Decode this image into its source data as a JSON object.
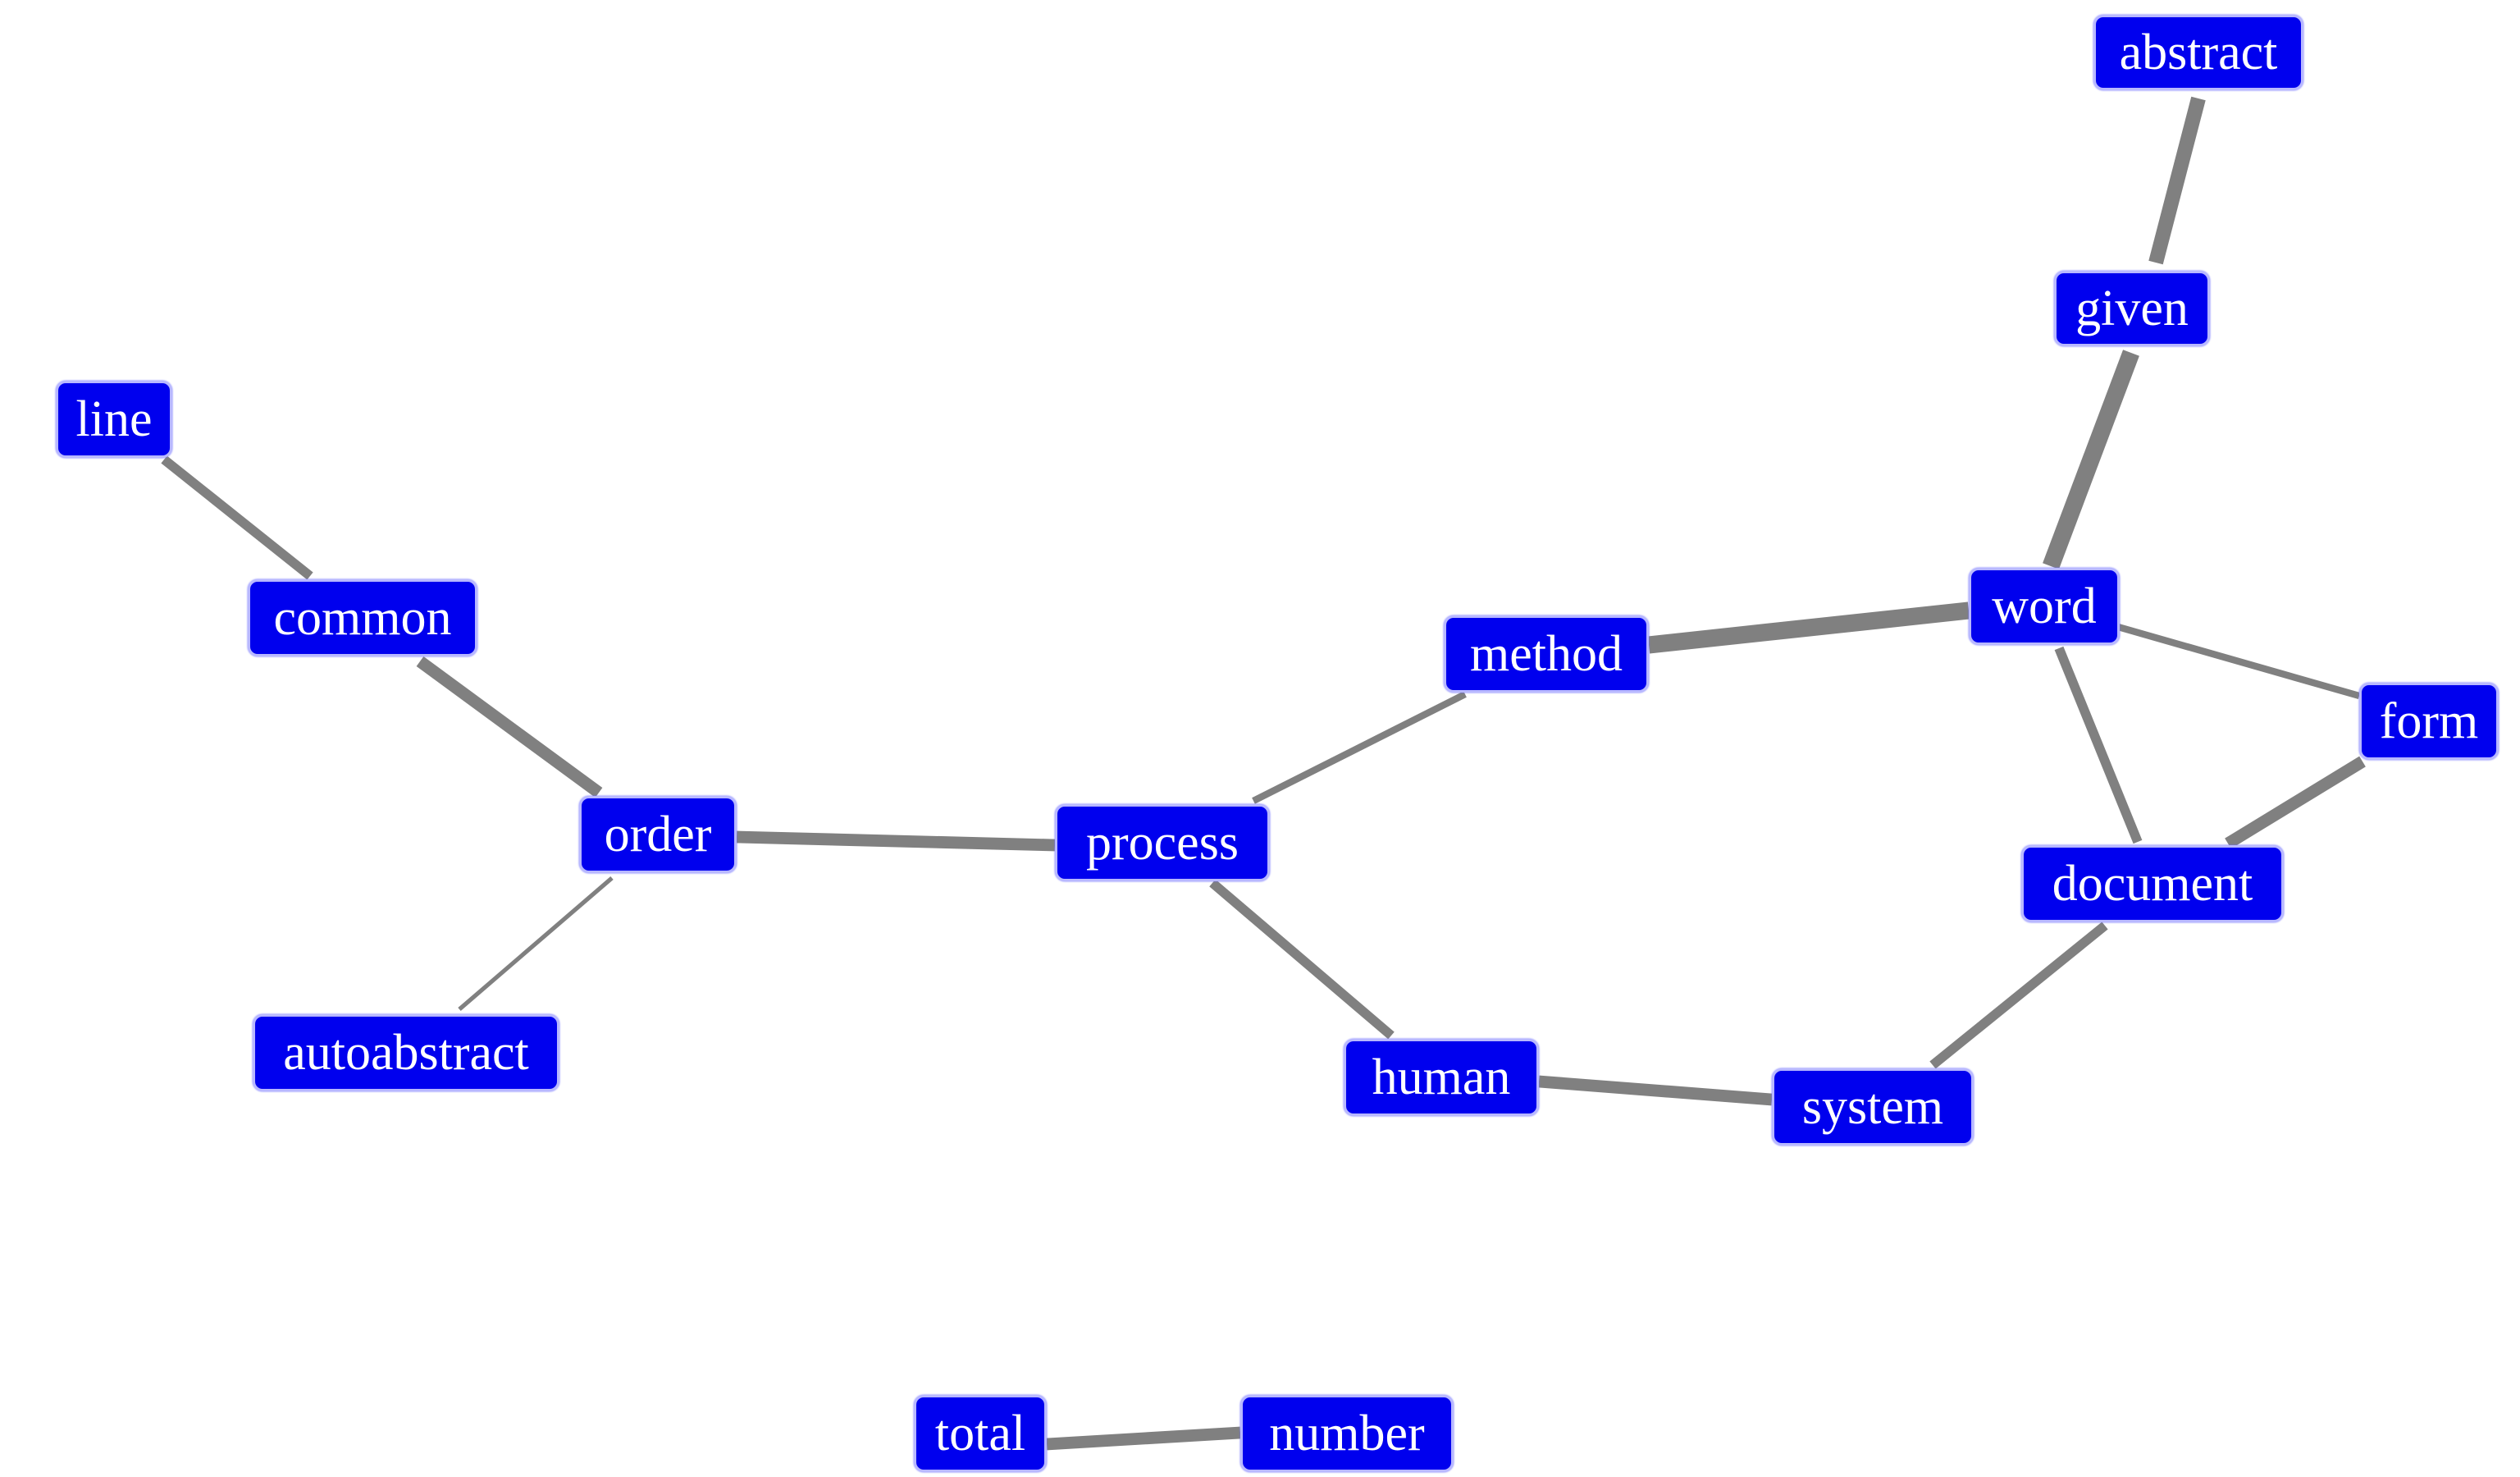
{
  "graph": {
    "node_color": "#0000ee",
    "edge_color": "#808080",
    "nodes": [
      {
        "id": "abstract",
        "label": "abstract"
      },
      {
        "id": "given",
        "label": "given"
      },
      {
        "id": "line",
        "label": "line"
      },
      {
        "id": "common",
        "label": "common"
      },
      {
        "id": "word",
        "label": "word"
      },
      {
        "id": "method",
        "label": "method"
      },
      {
        "id": "form",
        "label": "form"
      },
      {
        "id": "order",
        "label": "order"
      },
      {
        "id": "process",
        "label": "process"
      },
      {
        "id": "document",
        "label": "document"
      },
      {
        "id": "autoabstract",
        "label": "autoabstract"
      },
      {
        "id": "human",
        "label": "human"
      },
      {
        "id": "system",
        "label": "system"
      },
      {
        "id": "total",
        "label": "total"
      },
      {
        "id": "number",
        "label": "number"
      }
    ],
    "edges": [
      {
        "source": "abstract",
        "target": "given",
        "weight": 5
      },
      {
        "source": "given",
        "target": "word",
        "weight": 6
      },
      {
        "source": "line",
        "target": "common",
        "weight": 3
      },
      {
        "source": "common",
        "target": "order",
        "weight": 4
      },
      {
        "source": "order",
        "target": "process",
        "weight": 4
      },
      {
        "source": "order",
        "target": "autoabstract",
        "weight": 1
      },
      {
        "source": "process",
        "target": "method",
        "weight": 2
      },
      {
        "source": "method",
        "target": "word",
        "weight": 6
      },
      {
        "source": "word",
        "target": "form",
        "weight": 2
      },
      {
        "source": "word",
        "target": "document",
        "weight": 3
      },
      {
        "source": "form",
        "target": "document",
        "weight": 4
      },
      {
        "source": "process",
        "target": "human",
        "weight": 3
      },
      {
        "source": "human",
        "target": "system",
        "weight": 4
      },
      {
        "source": "system",
        "target": "document",
        "weight": 3
      },
      {
        "source": "total",
        "target": "number",
        "weight": 4
      }
    ]
  }
}
